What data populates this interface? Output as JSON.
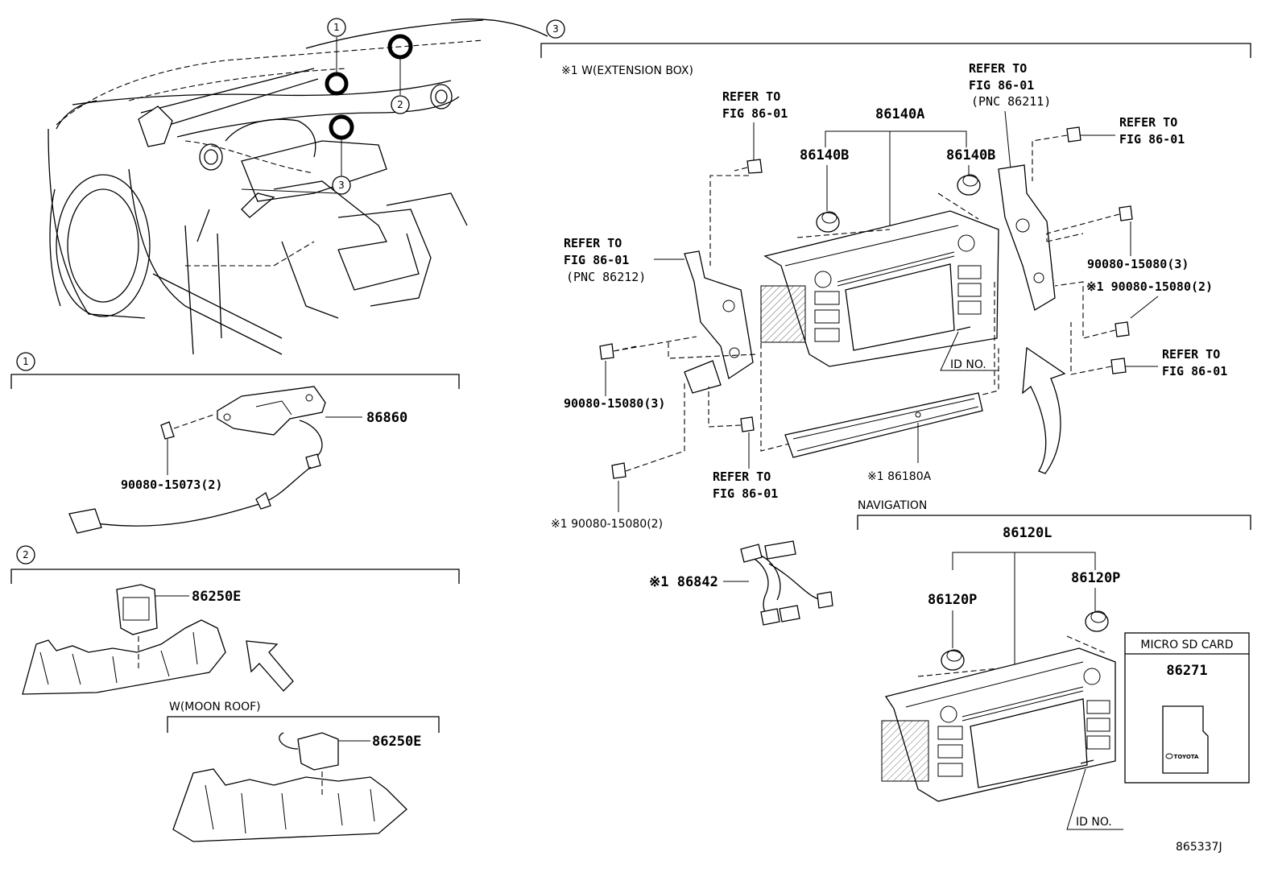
{
  "diagram_id": "865337J",
  "callouts": [
    "1",
    "2",
    "3"
  ],
  "section1": {
    "part_main": "86860",
    "bolt": "90080-15073(2)"
  },
  "section2": {
    "part_main": "86250E",
    "moon_roof_label": "W(MOON ROOF)",
    "moon_roof_part": "86250E"
  },
  "section3": {
    "extension_note": "※1 W(EXTENSION BOX)",
    "ref_top_left": [
      "REFER TO",
      "FIG 86-01"
    ],
    "ref_left_bracket": [
      "REFER TO",
      "FIG 86-01",
      "(PNC 86212)"
    ],
    "ref_right_bracket": [
      "REFER TO",
      "FIG 86-01",
      "(PNC 86211)"
    ],
    "ref_right_top": [
      "REFER TO",
      "FIG 86-01"
    ],
    "ref_right_bottom": [
      "REFER TO",
      "FIG 86-01"
    ],
    "ref_bottom": [
      "REFER TO",
      "FIG 86-01"
    ],
    "unit": "86140A",
    "knob_left": "86140B",
    "knob_right": "86140B",
    "bolt_right_3": "90080-15080(3)",
    "bolt_right_2": "※1 90080-15080(2)",
    "bolt_left_3": "90080-15080(3)",
    "bolt_left_2": "※1 90080-15080(2)",
    "id_no": "ID NO.",
    "extension_box": "※1 86180A",
    "harness": "※1 86842"
  },
  "navigation": {
    "label": "NAVIGATION",
    "unit": "86120L",
    "knob_left": "86120P",
    "knob_right": "86120P",
    "id_no": "ID NO."
  },
  "micro_sd": {
    "title": "MICRO SD CARD",
    "part": "86271",
    "brand": "TOYOTA"
  }
}
